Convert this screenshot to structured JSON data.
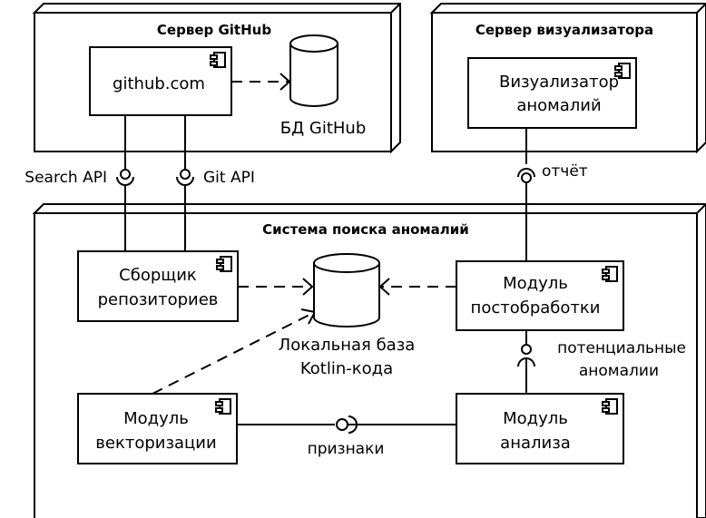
{
  "nodes": {
    "github_server": {
      "title": "Сервер GitHub"
    },
    "visualizer_server": {
      "title": "Сервер визуализатора"
    },
    "anomaly_system": {
      "title": "Система поиска аномалий"
    }
  },
  "components": {
    "github_com": {
      "lines": [
        "github.com"
      ]
    },
    "visualizer": {
      "lines": [
        "Визуализатор",
        "аномалий"
      ]
    },
    "collector": {
      "lines": [
        "Сборщик",
        "репозиториев"
      ]
    },
    "postprocessing": {
      "lines": [
        "Модуль",
        "постобработки"
      ]
    },
    "vectorization": {
      "lines": [
        "Модуль",
        "векторизации"
      ]
    },
    "analysis": {
      "lines": [
        "Модуль",
        "анализа"
      ]
    }
  },
  "databases": {
    "github_db": {
      "lines": [
        "БД GitHub"
      ]
    },
    "local_db": {
      "lines": [
        "Локальная база",
        "Kotlin-кода"
      ]
    }
  },
  "interfaces": {
    "search_api": "Search API",
    "git_api": "Git API",
    "report": "отчёт",
    "potential_anomalies": [
      "потенциальные",
      "аномалии"
    ],
    "features": "признаки"
  }
}
